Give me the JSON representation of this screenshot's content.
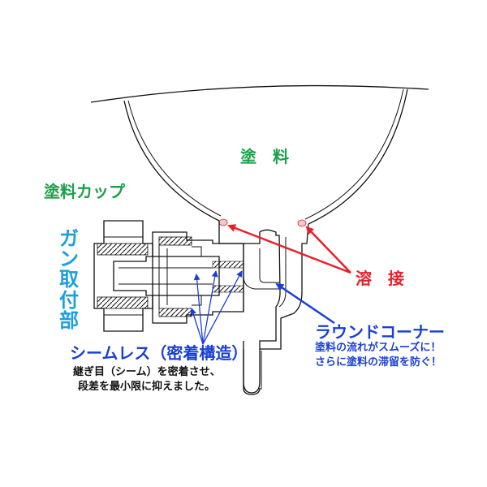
{
  "labels": {
    "paint": "塗　料",
    "paint_cup": "塗料カップ",
    "gun_mount": "ガン取付部",
    "weld": "溶　接",
    "round_corner": "ラウンドコーナー",
    "round_corner_desc_1": "塗料の流れがスムーズに！",
    "round_corner_desc_2": "さらに塗料の滞留を防ぐ！",
    "seamless": "シームレス（密着構造）",
    "seamless_desc_1": "継ぎ目（シーム）を密着させ、",
    "seamless_desc_2": "段差を最小限に抑えました。"
  },
  "colors": {
    "green": "#1aa04a",
    "red": "#e8202a",
    "blue": "#1a3fd6",
    "cyan": "#1aa0e0"
  }
}
